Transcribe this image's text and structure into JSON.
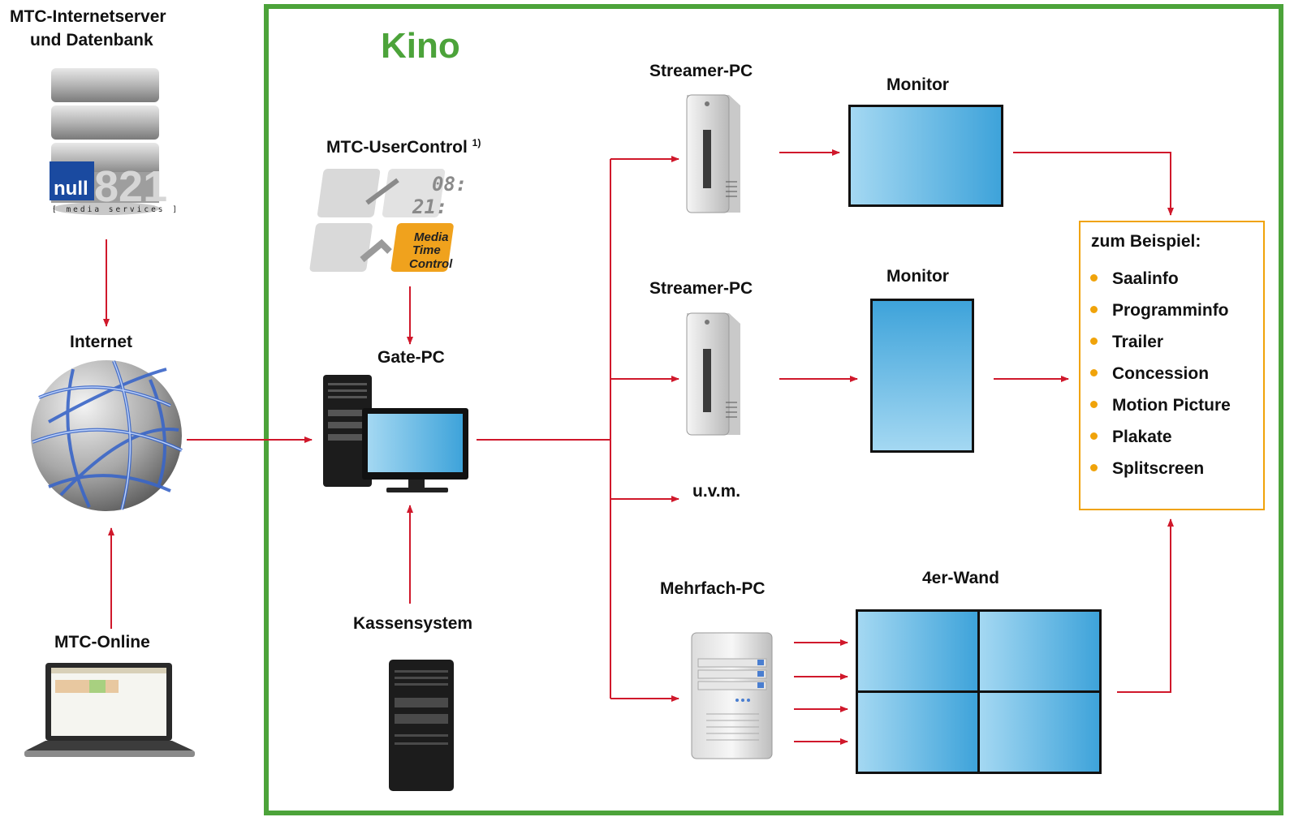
{
  "left": {
    "server_label_line1": "MTC-Internetserver",
    "server_label_line2": "und Datenbank",
    "logo_word": "null",
    "logo_number": "821",
    "logo_tagline": "[ media services ]",
    "internet_label": "Internet",
    "online_label": "MTC-Online"
  },
  "kino": {
    "title": "Kino",
    "usercontrol_label": "MTC-UserControl",
    "usercontrol_sup": "1)",
    "usercontrol_logo_digits_1": "08:",
    "usercontrol_logo_digits_2": "21:",
    "usercontrol_logo_text_1": "Media",
    "usercontrol_logo_text_2": "Time",
    "usercontrol_logo_text_3": "Control",
    "gate_label": "Gate-PC",
    "kassen_label": "Kassensystem",
    "streamer1_label": "Streamer-PC",
    "streamer2_label": "Streamer-PC",
    "monitor1_label": "Monitor",
    "monitor2_label": "Monitor",
    "uvm_label": "u.v.m.",
    "mehrfach_label": "Mehrfach-PC",
    "wall_label": "4er-Wand"
  },
  "examples": {
    "title": "zum Beispiel:",
    "items": [
      "Saalinfo",
      "Programminfo",
      "Trailer",
      "Concession",
      "Motion Picture",
      "Plakate",
      "Splitscreen"
    ]
  },
  "colors": {
    "kino_frame": "#4ca33a",
    "arrow": "#d0182b",
    "example_border": "#f0a30a",
    "screen": "#4aaee0"
  }
}
